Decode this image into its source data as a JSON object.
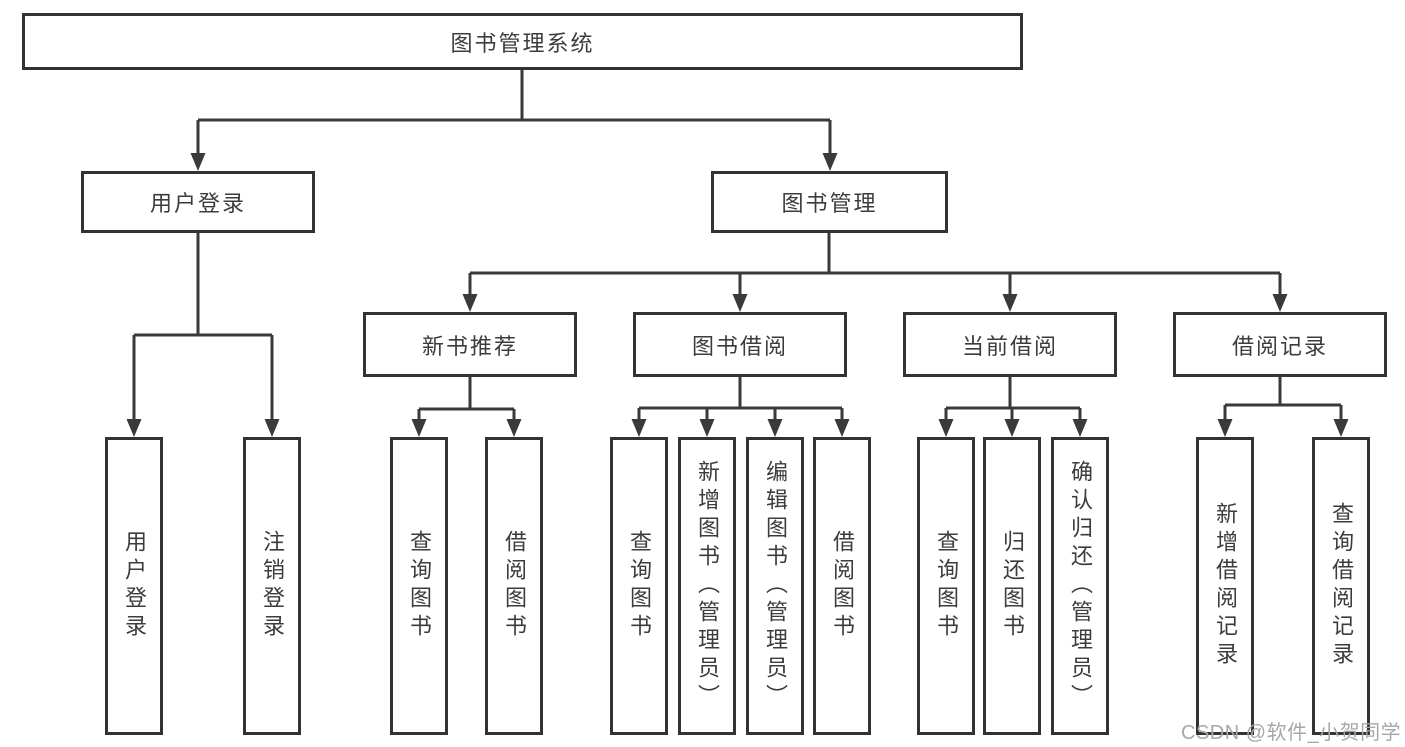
{
  "diagram": {
    "type": "tree",
    "tree": {
      "label": "图书管理系统",
      "children": [
        {
          "label": "用户登录",
          "children": [
            {
              "label": "用户登录"
            },
            {
              "label": "注销登录"
            }
          ]
        },
        {
          "label": "图书管理",
          "children": [
            {
              "label": "新书推荐",
              "children": [
                {
                  "label": "查询图书"
                },
                {
                  "label": "借阅图书"
                }
              ]
            },
            {
              "label": "图书借阅",
              "children": [
                {
                  "label": "查询图书"
                },
                {
                  "label": "新增图书（管理员）"
                },
                {
                  "label": "编辑图书（管理员）"
                },
                {
                  "label": "借阅图书"
                }
              ]
            },
            {
              "label": "当前借阅",
              "children": [
                {
                  "label": "查询图书"
                },
                {
                  "label": "归还图书"
                },
                {
                  "label": "确认归还（管理员）"
                }
              ]
            },
            {
              "label": "借阅记录",
              "children": [
                {
                  "label": "新增借阅记录"
                },
                {
                  "label": "查询借阅记录"
                }
              ]
            }
          ]
        }
      ]
    },
    "colors": {
      "line": "#3a3a3a",
      "box_border": "#333333",
      "text": "#3c3c3c",
      "background": "#ffffff",
      "watermark": "#a4a8ab"
    }
  },
  "watermark": {
    "text": "CSDN @软件_小贺同学"
  }
}
